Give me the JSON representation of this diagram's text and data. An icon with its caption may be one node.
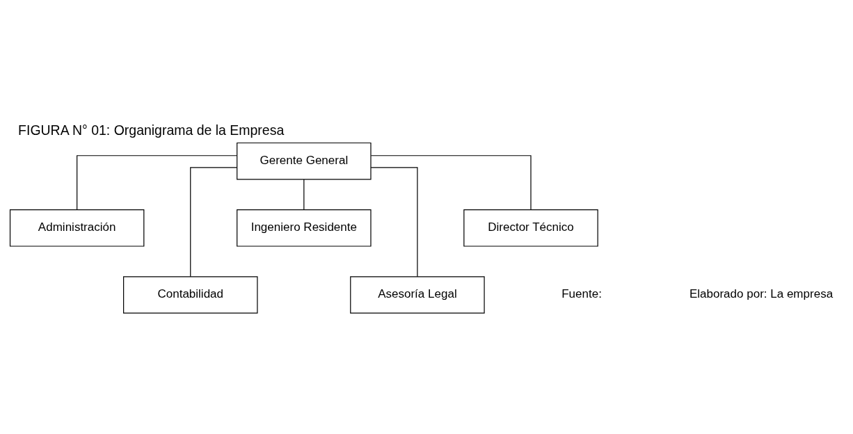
{
  "diagram": {
    "title": "FIGURA N° 01: Organigrama de la Empresa",
    "nodes": [
      {
        "text": [
          "Gerente General"
        ]
      },
      {
        "text": [
          "Administración"
        ]
      },
      {
        "text": [
          "Contabilidad"
        ]
      },
      {
        "text": [
          "Ingeniero Residente"
        ]
      },
      {
        "text": [
          "Asesoría Legal"
        ]
      },
      {
        "text": [
          "Director Técnico"
        ]
      }
    ],
    "edges": [
      {
        "from": 0,
        "to": 1,
        "arrow": "none"
      },
      {
        "from": 0,
        "to": 2,
        "arrow": "none"
      },
      {
        "from": 0,
        "to": 3,
        "arrow": "none"
      },
      {
        "from": 0,
        "to": 4,
        "arrow": "none"
      },
      {
        "from": 0,
        "to": 5,
        "arrow": "none"
      }
    ],
    "labels": [
      "Fuente:",
      "Elaborado por: La empresa"
    ]
  }
}
